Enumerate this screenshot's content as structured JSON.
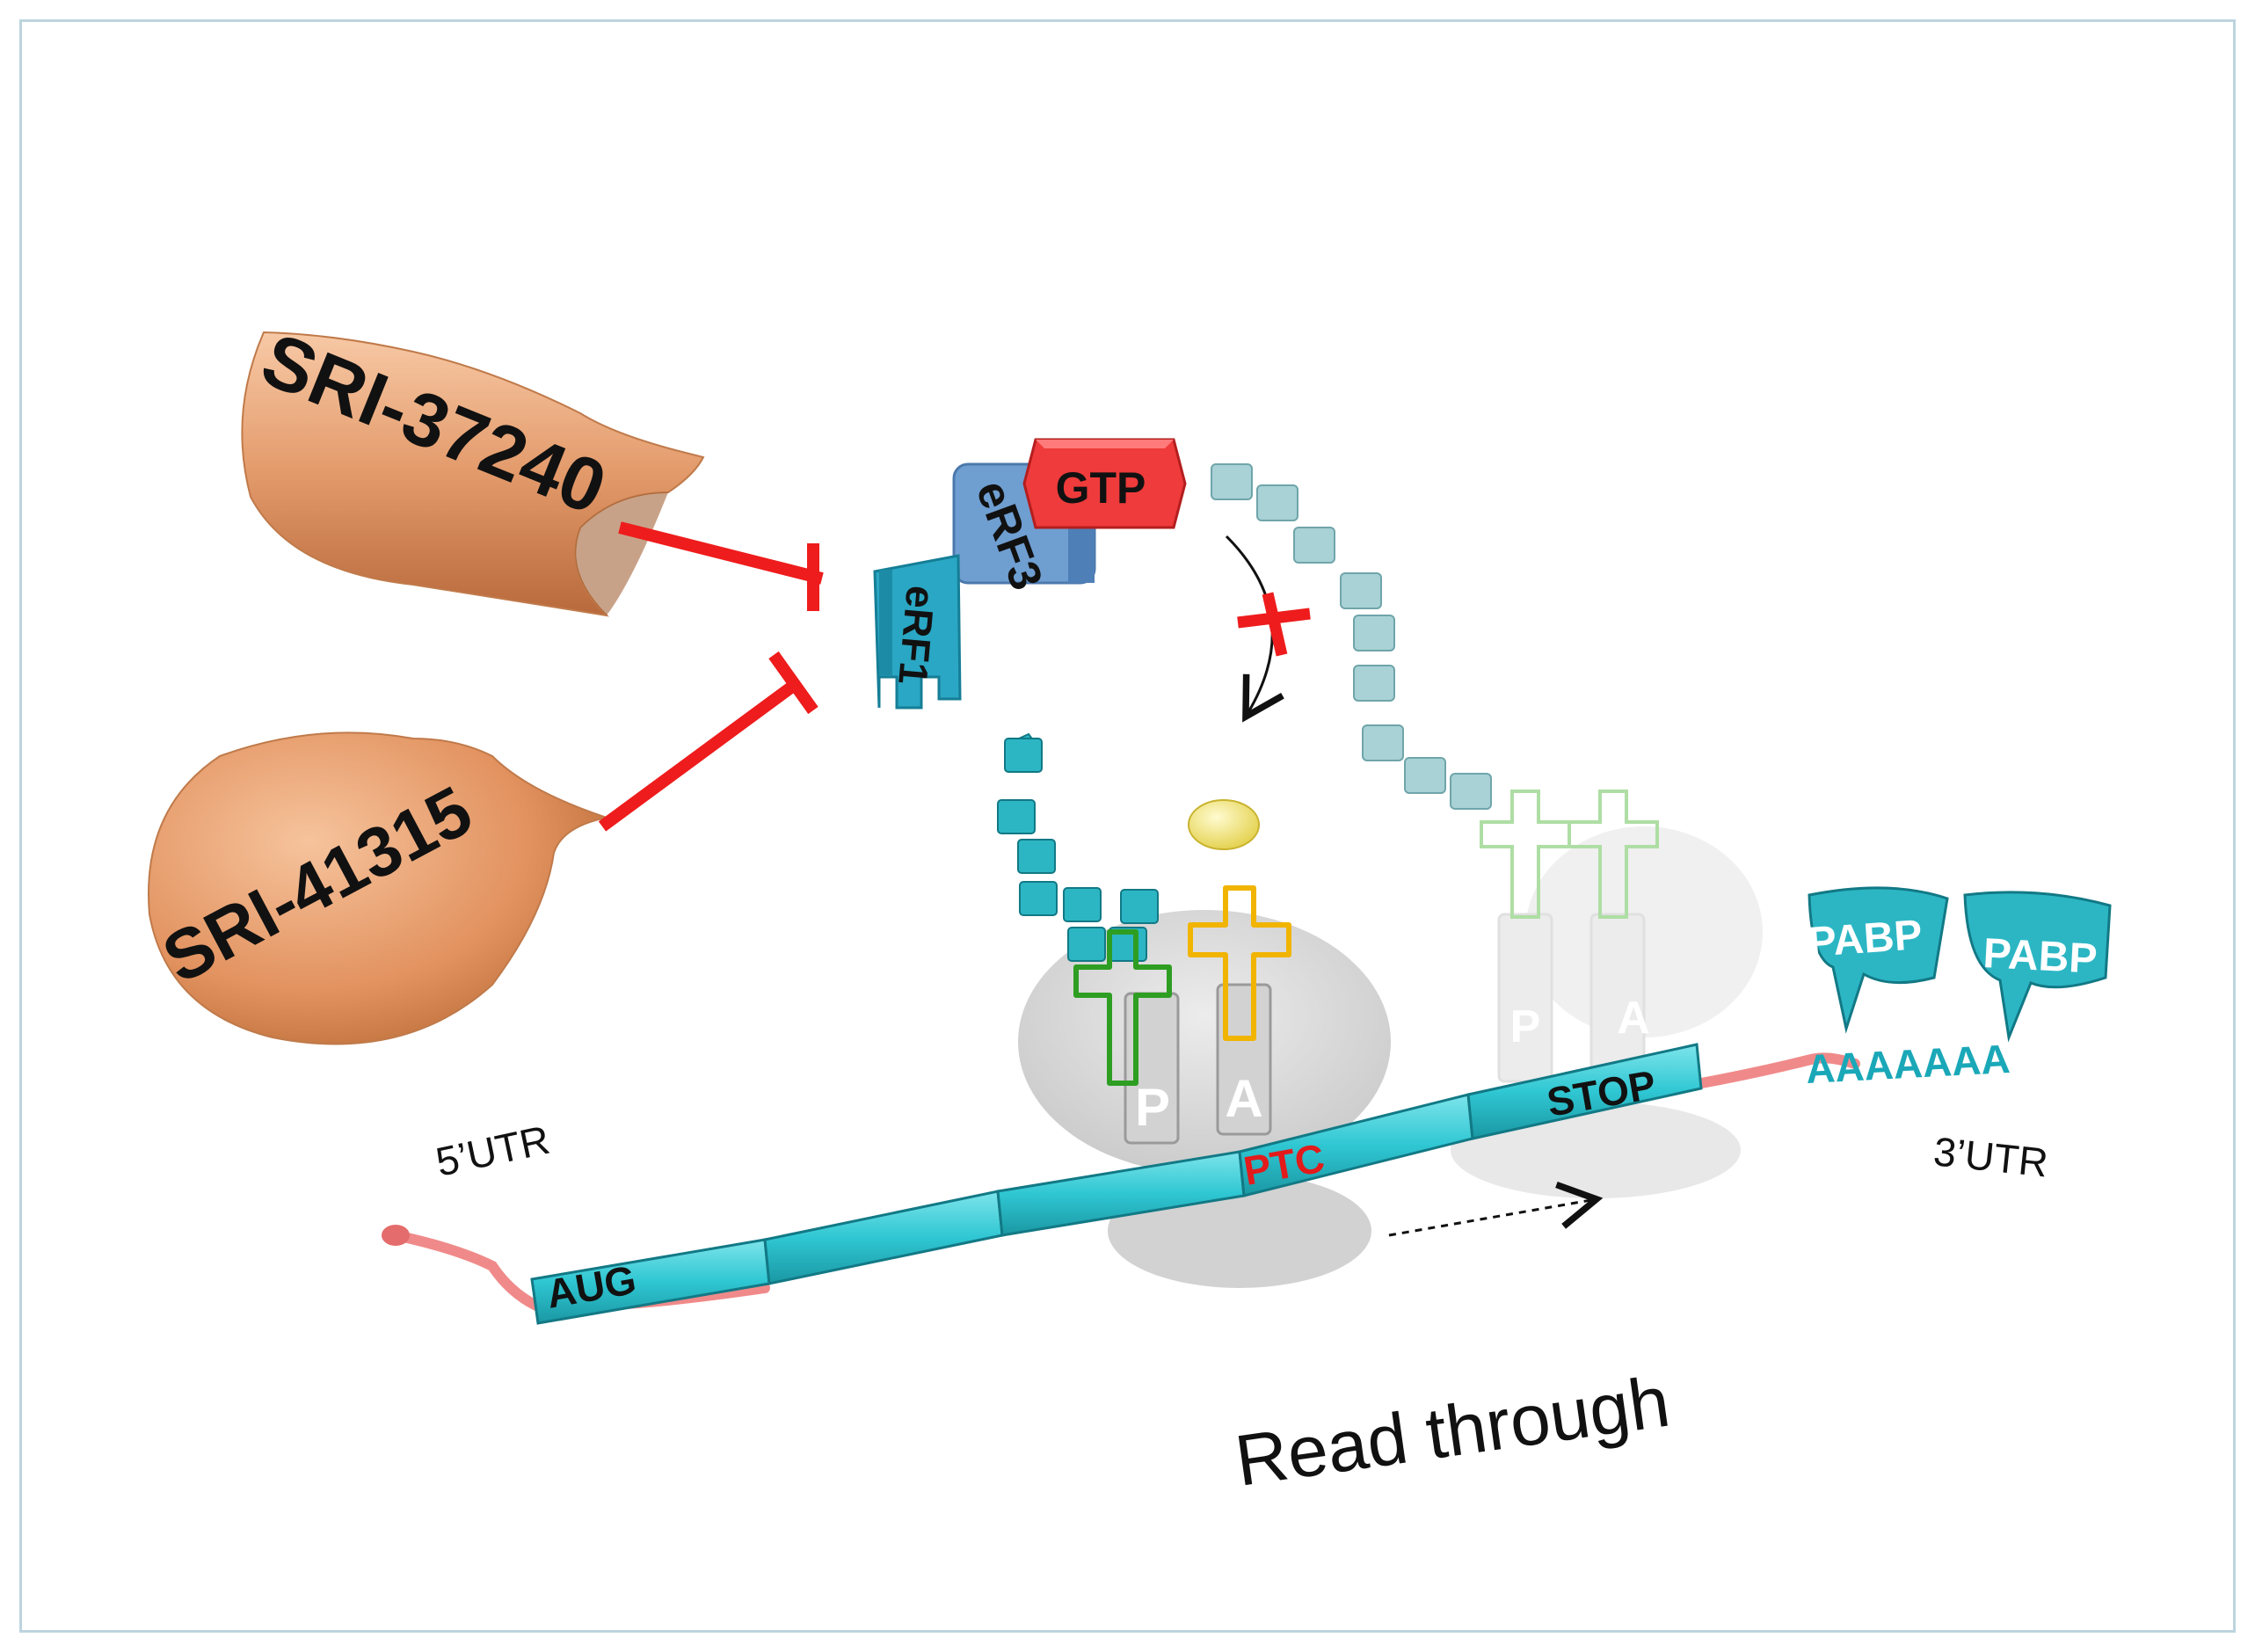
{
  "drugs": {
    "drug1": "SRI-37240",
    "drug2": "SRI-41315"
  },
  "factors": {
    "erf1": "eRF1",
    "erf3": "eRF3",
    "gtp": "GTP"
  },
  "ribosome_sites": {
    "p": "P",
    "a": "A",
    "p_ghost": "P",
    "a_ghost": "A"
  },
  "mrna": {
    "utr5": "5’UTR",
    "utr3": "3’UTR",
    "start": "AUG",
    "ptc": "PTC",
    "stop": "STOP",
    "polya": "AAAAAAA"
  },
  "pabp": {
    "left": "PABP",
    "right": "PABP"
  },
  "caption": "Read through",
  "colors": {
    "drug": "#e39a6a",
    "inhibit": "#ee1c1c",
    "erf1": "#2aa7c4",
    "erf3": "#6f9ed1",
    "gtp": "#ef3b3b",
    "mrna_bar": "#2fc7d3",
    "mrna_line": "#f08a8a",
    "peptide": "#2cb6c4",
    "peptide_ghost": "#a9d2d6",
    "ribosome": "#d9d9d9",
    "trna_p": "#2e9e22",
    "trna_a": "#f1b400",
    "ptc_text": "#e31b1b"
  }
}
